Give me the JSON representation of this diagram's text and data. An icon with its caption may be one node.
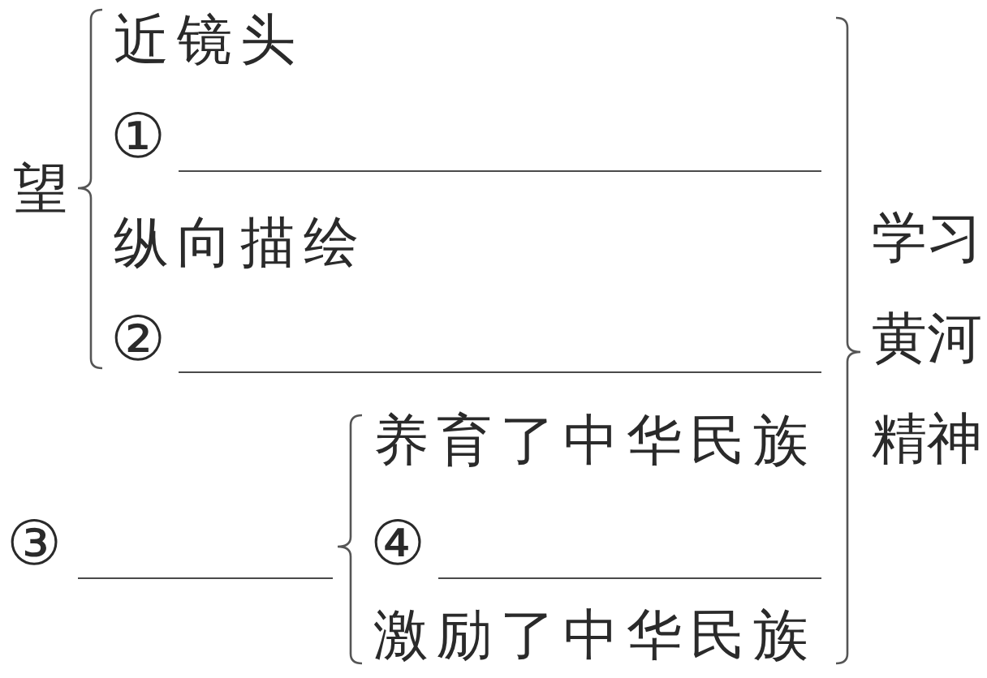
{
  "diagram": {
    "labels": [
      "望",
      "近镜头",
      "①",
      "纵向描绘",
      "②",
      "③",
      "养育了中华民族",
      "④",
      "激励了中华民族",
      "学习黄河精神"
    ]
  }
}
